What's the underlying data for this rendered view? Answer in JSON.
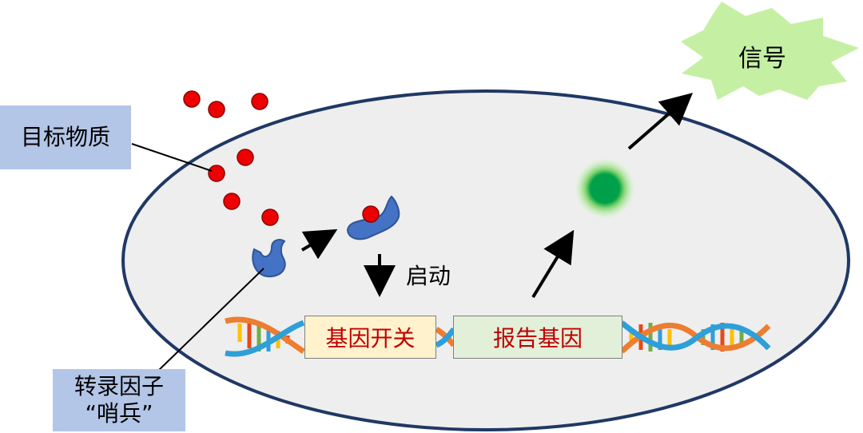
{
  "labels": {
    "target_substance": "目标物质",
    "transcription_factor_line1": "转录因子",
    "transcription_factor_line2": "“哨兵”",
    "activate": "启动",
    "gene_switch": "基因开关",
    "reporter_gene": "报告基因",
    "signal": "信号"
  },
  "colors": {
    "cell_fill": "#eeeeee",
    "cell_border": "#203864",
    "molecule": "#ee0000",
    "protein": "#4472c4",
    "label_box": "#b4c6e7",
    "switch_box": "#fff2cc",
    "reporter_box": "#e2f0d9",
    "gene_text": "#c00000",
    "glow_center": "#00a04b",
    "signal_burst": "#c5f0a4",
    "dna_orange": "#ed7d31",
    "dna_blue": "#2e9fd8"
  }
}
